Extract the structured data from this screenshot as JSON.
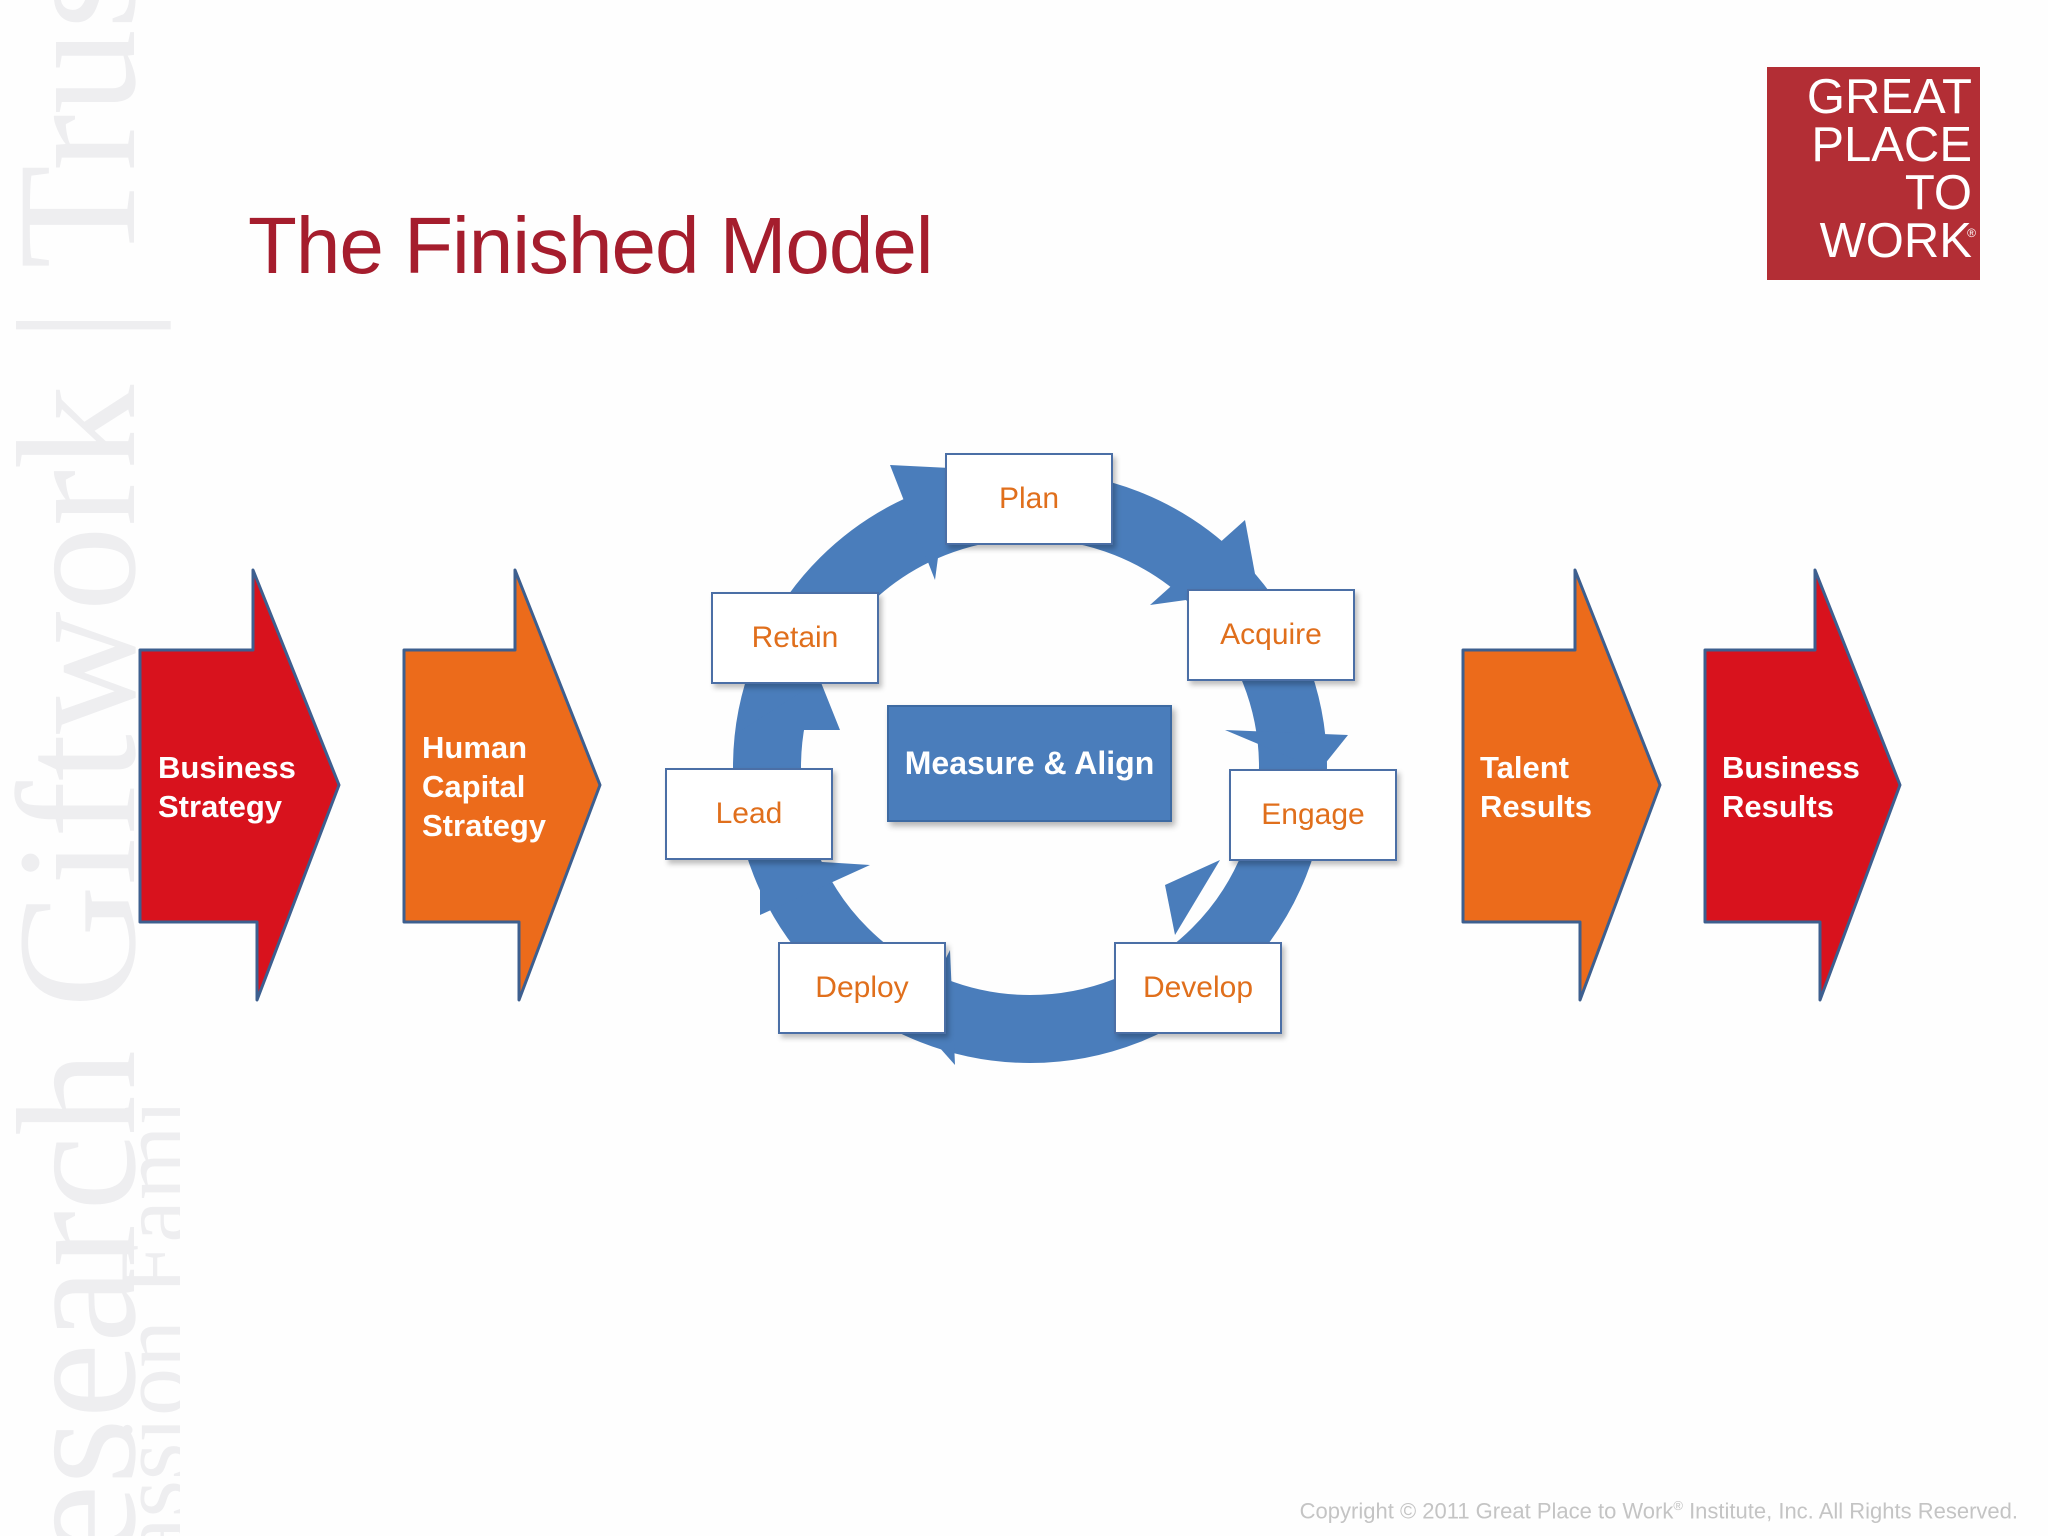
{
  "title": "The Finished Model",
  "logo": {
    "lines": [
      "GREAT",
      "PLACE",
      "TO",
      "WORK"
    ],
    "mark": "®"
  },
  "watermark": {
    "words": [
      "esearch Giftwork | Trust",
      "assion Fami"
    ]
  },
  "flow_left": [
    {
      "lines": [
        "Business",
        "Strategy"
      ],
      "color": "#d8121d"
    },
    {
      "lines": [
        "Human",
        "Capital",
        "Strategy"
      ],
      "color": "#ec6b1b"
    }
  ],
  "flow_right": [
    {
      "lines": [
        "Talent",
        "Results"
      ],
      "color": "#ec6b1b"
    },
    {
      "lines": [
        "Business",
        "Results"
      ],
      "color": "#d8121d"
    }
  ],
  "cycle": {
    "center": "Measure & Align",
    "stages": [
      "Plan",
      "Acquire",
      "Engage",
      "Develop",
      "Deploy",
      "Lead",
      "Retain"
    ],
    "ring_color": "#4a7dbb"
  },
  "copyright": {
    "before": "Copyright © 2011 Great Place to Work",
    "mark": "®",
    "after": " Institute, Inc. All Rights Reserved."
  },
  "colors": {
    "title": "#a51d2d",
    "logo_bg": "#b32e35",
    "stage_text": "#e06f1c"
  }
}
